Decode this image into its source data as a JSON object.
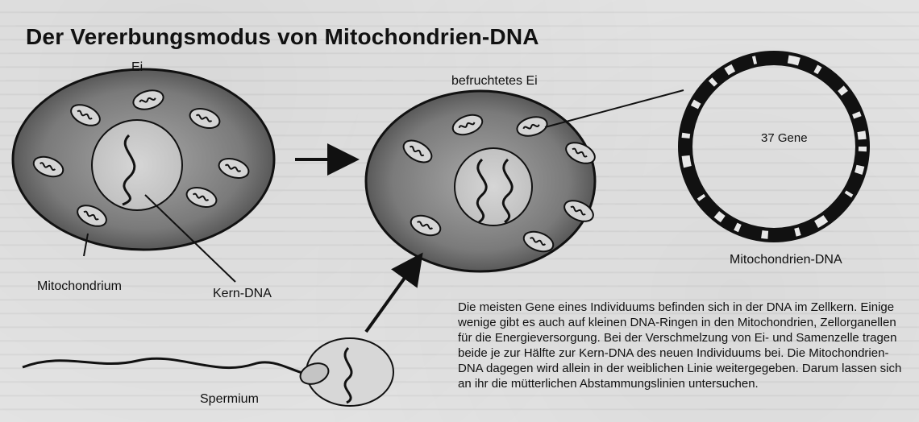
{
  "title": "Der Vererbungsmodus von Mitochondrien-DNA",
  "labels": {
    "egg": "Ei",
    "fertilized_egg": "befruchtetes Ei",
    "mitochondrium": "Mitochondrium",
    "nuclear_dna": "Kern-DNA",
    "sperm": "Spermium",
    "genes": "37 Gene",
    "mt_dna": "Mitochondrien-DNA"
  },
  "description": "Die meisten Gene eines Individuums befinden sich in der DNA im Zellkern. Einige wenige gibt es auch auf kleinen DNA-Ringen in den Mitochondrien, Zellorganellen für die Energieversorgung. Bei der Verschmelzung von Ei- und Samenzelle tragen beide je zur Hälfte zur Kern-DNA des neuen Individuums bei. Die Mitochondrien-DNA dagegen wird allein in der weiblichen Linie weitergegeben. Darum lassen sich an ihr die mütterlichen Abstammungslinien untersuchen.",
  "colors": {
    "cell_fill": "#7a7a7a",
    "nucleus_fill": "#c9c9c9",
    "ink": "#111111",
    "paper": "#e6e6e6"
  }
}
